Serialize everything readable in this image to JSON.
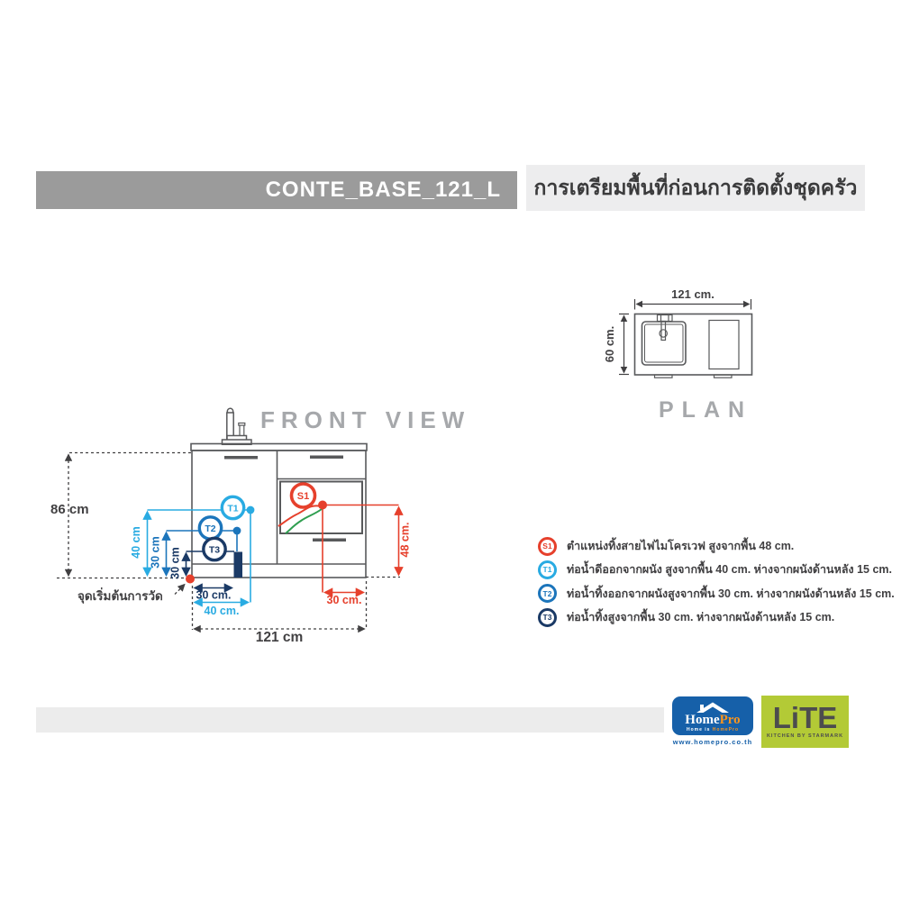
{
  "header": {
    "product_code": "CONTE_BASE_121_L",
    "title": "การเตรียมพื้นที่ก่อนการติดตั้งชุดครัว"
  },
  "plan": {
    "title": "PLAN",
    "width_label": "121 cm.",
    "depth_label": "60 cm."
  },
  "front": {
    "title": "FRONT VIEW",
    "height_total": "86 cm",
    "width_total": "121 cm",
    "origin_label": "จุดเริ่มต้นการวัด",
    "t1_height": "40 cm",
    "t2_height": "30 cm",
    "t3_height": "30 cm",
    "t3_offset": "30 cm.",
    "t1_offset": "40 cm.",
    "s1_height": "48 cm.",
    "s1_offset": "30 cm.",
    "markers": {
      "s1": "S1",
      "t1": "T1",
      "t2": "T2",
      "t3": "T3"
    }
  },
  "legend": {
    "items": [
      {
        "id": "S1",
        "color": "#e6402c",
        "text": "ตำแหน่งทิ้งสายไฟไมโครเวฟ สูงจากพื้น 48 cm."
      },
      {
        "id": "T1",
        "color": "#29abe2",
        "text": "ท่อน้ำดีออกจากผนัง สูงจากพื้น 40 cm. ห่างจากผนังด้านหลัง 15 cm."
      },
      {
        "id": "T2",
        "color": "#1c75bb",
        "text": "ท่อน้ำทิ้งออกจากผนังสูงจากพื้น 30 cm. ห่างจากผนังด้านหลัง 15 cm."
      },
      {
        "id": "T3",
        "color": "#1b3a66",
        "text": "ท่อน้ำทิ้งสูงจากพื้น 30 cm. ห่างจากผนังด้านหลัง 15 cm."
      }
    ]
  },
  "footer": {
    "homepro": {
      "name_home": "Home",
      "name_pro": "Pro",
      "tagline_left": "Home is ",
      "tagline_right": "HomePro",
      "url": "www.homepro.co.th"
    },
    "lite": {
      "name": "LiTE",
      "tagline": "KITCHEN BY STARMARK"
    }
  },
  "colors": {
    "red": "#e6402c",
    "cyan": "#29abe2",
    "blue": "#1c75bb",
    "navy": "#1b3a66",
    "green": "#2f9e50",
    "outline": "#58595b",
    "text_dark": "#414042",
    "title_gray": "#a6a8ab",
    "header_bar": "#9b9b9b",
    "header_bg": "#ededee",
    "footer_bar": "#ececec",
    "homepro_blue": "#1660a9",
    "homepro_orange": "#f7941e",
    "lite_green": "#b3ca36"
  }
}
